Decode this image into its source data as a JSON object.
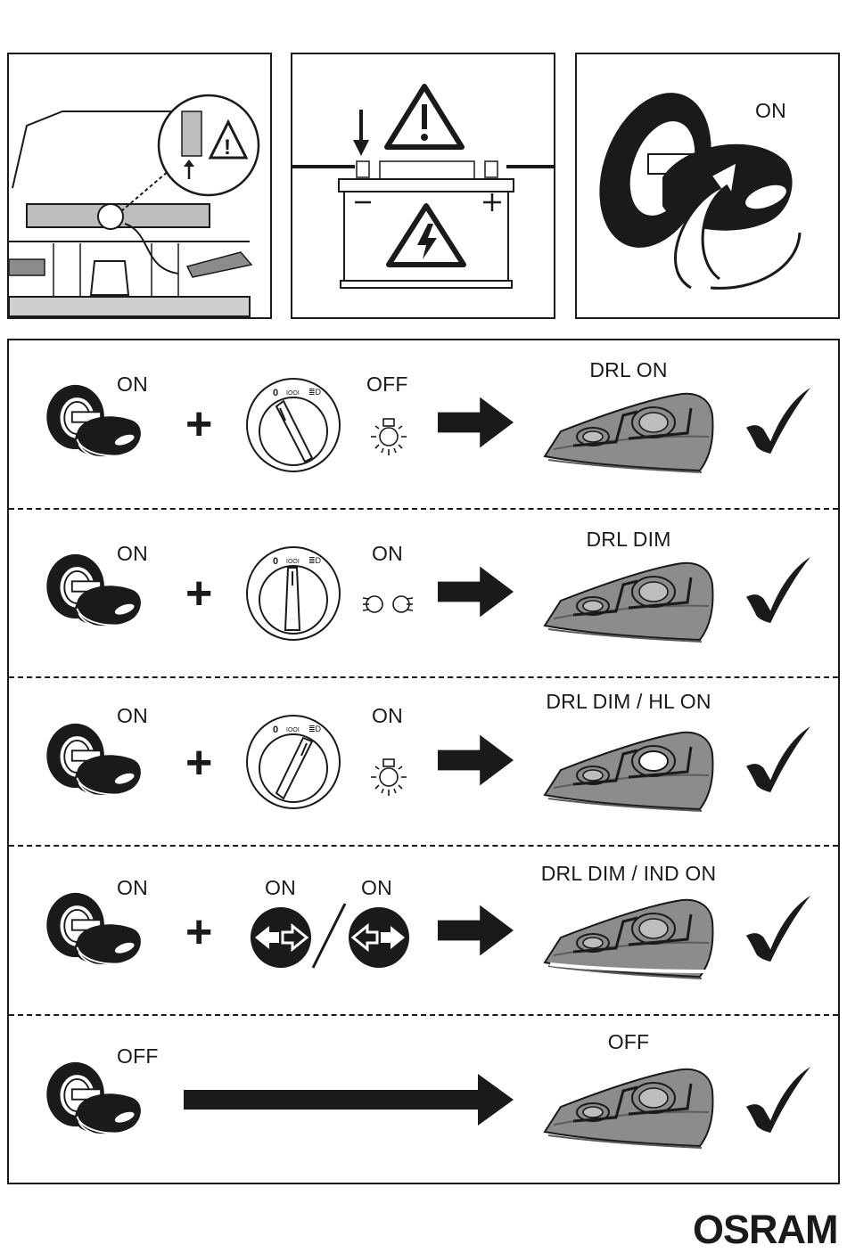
{
  "top_panels": {
    "ignition_label": "ON"
  },
  "rows": [
    {
      "key_state": "ON",
      "switch_state": "OFF",
      "result": "DRL ON"
    },
    {
      "key_state": "ON",
      "switch_state": "ON",
      "result": "DRL DIM"
    },
    {
      "key_state": "ON",
      "switch_state": "ON",
      "result": "DRL DIM / HL ON"
    },
    {
      "key_state": "ON",
      "indicator_left_state": "ON",
      "indicator_right_state": "ON",
      "result": "DRL DIM / IND ON"
    },
    {
      "key_state": "OFF",
      "result": "OFF"
    }
  ],
  "brand": {
    "logo": "OSRAM"
  },
  "icons": [
    "car-front-icon",
    "warning-icon",
    "battery-icon",
    "high-voltage-icon",
    "ignition-key-icon",
    "light-switch-icon",
    "bulb-icon",
    "parking-light-icon",
    "indicator-icon",
    "arrow-right-icon",
    "headlamp-icon",
    "checkmark-icon"
  ],
  "colors": {
    "ink": "#1a1a1a",
    "lamp_gray": "#8c8c8c",
    "panel_gray": "#cfcfcf"
  }
}
